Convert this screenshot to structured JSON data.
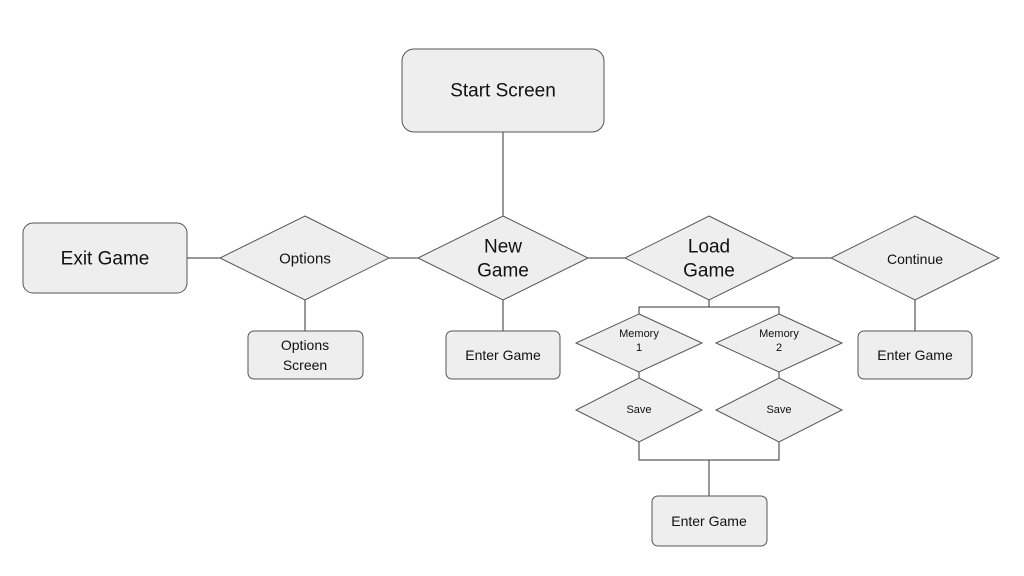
{
  "nodes": {
    "start_screen": "Start Screen",
    "exit_game": "Exit Game",
    "options": "Options",
    "new_game": [
      "New",
      "Game"
    ],
    "load_game": [
      "Load",
      "Game"
    ],
    "continue": "Continue",
    "options_screen": [
      "Options",
      "Screen"
    ],
    "enter_game_new": "Enter Game",
    "enter_game_continue": "Enter Game",
    "memory_1": [
      "Memory",
      "1"
    ],
    "memory_2": [
      "Memory",
      "2"
    ],
    "save_1": "Save",
    "save_2": "Save",
    "enter_game_load": "Enter Game"
  },
  "colors": {
    "node_fill": "#eeeeee",
    "node_stroke": "#555555",
    "connector": "#333333"
  }
}
